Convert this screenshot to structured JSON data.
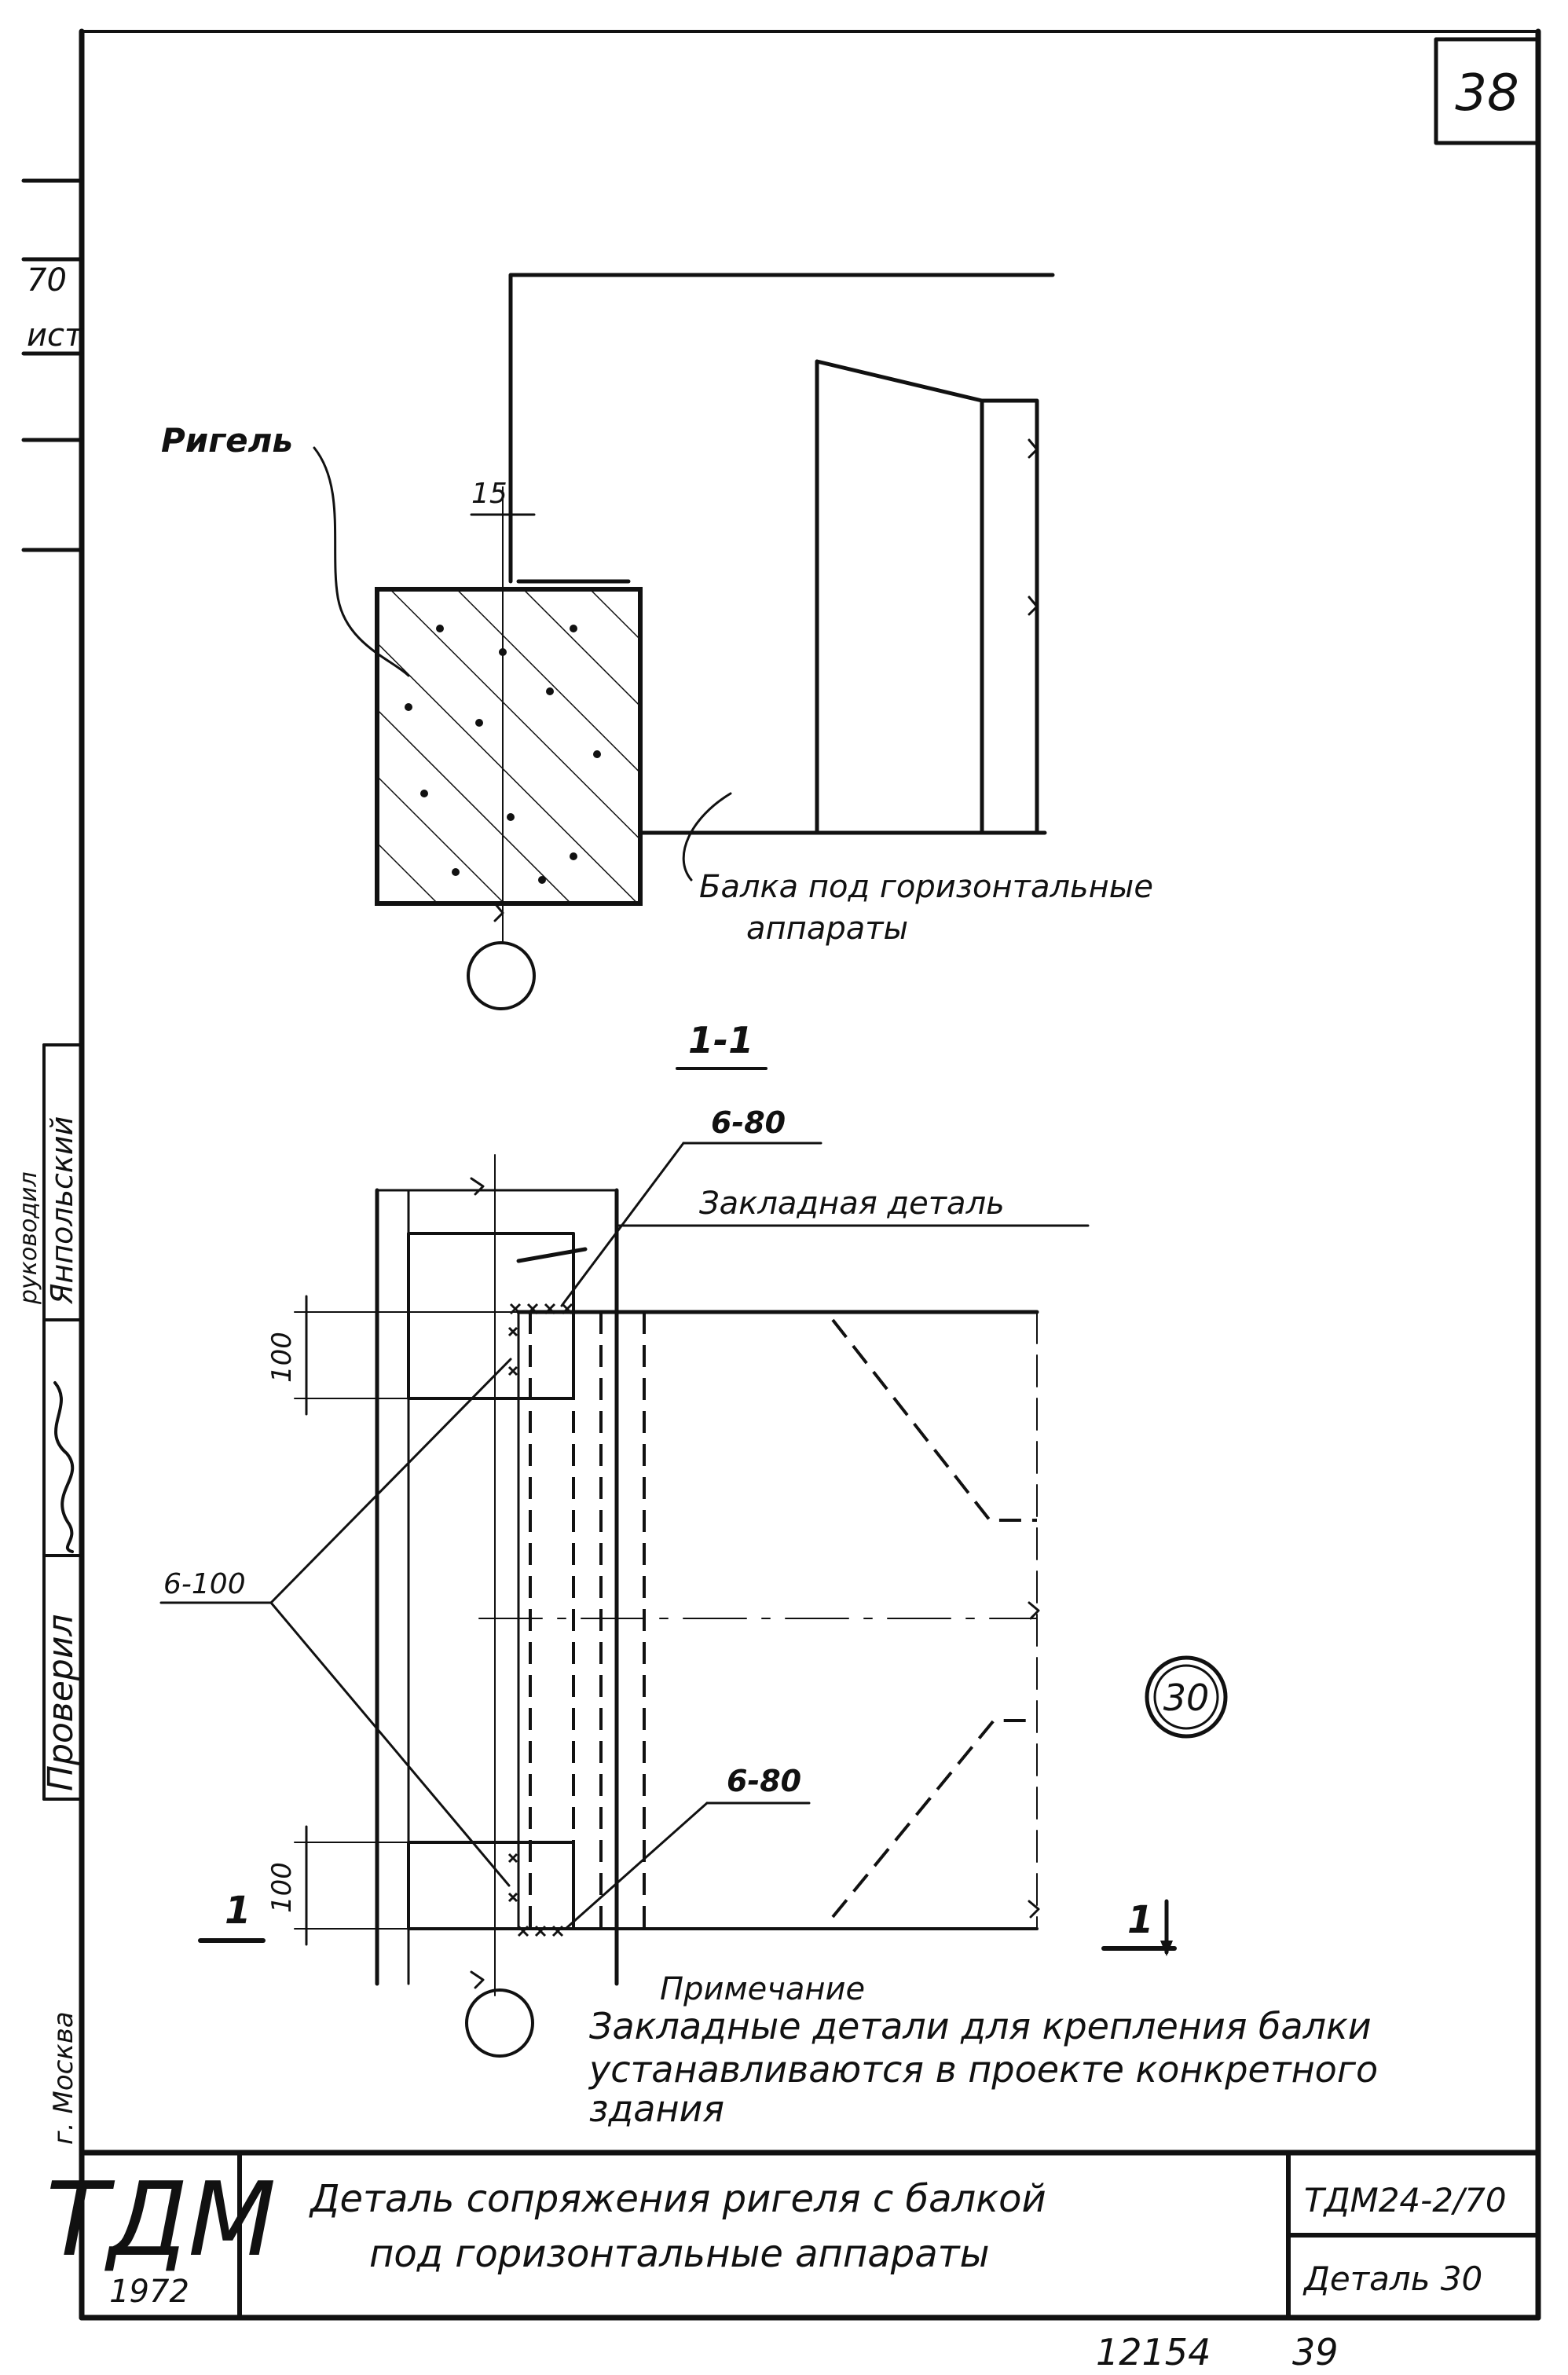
{
  "sheet": {
    "sheet_number": "38",
    "side_strip": {
      "series_fragment": "70",
      "list_fragment": "ист",
      "name_1": "Янпольский",
      "name_1_role_fragment": "руководил",
      "checked_label": "Проверил",
      "city": "г. Москва"
    }
  },
  "top_view": {
    "rigel_label": "Ригель",
    "dimension_15": "15",
    "beam_note": "Балка под горизонтальные аппараты",
    "beam_note_line1": "Балка под горизонтальные",
    "beam_note_line2": "аппараты"
  },
  "section": {
    "section_title": "1-1",
    "weld_top": "6-80",
    "embedded_part": "Закладная деталь",
    "dim_top_100": "100",
    "weld_side": "6-100",
    "detail_number": "30",
    "weld_bottom": "6-80",
    "dim_bottom_100": "100",
    "cut_mark_left": "1",
    "cut_mark_right": "1"
  },
  "note": {
    "heading": "Примечание",
    "line1": "Закладные детали для крепления балки",
    "line2": "устанавливаются в проекте конкретного",
    "line3": "здания"
  },
  "title_block": {
    "logo": "ТДМ",
    "year": "1972",
    "title_line1": "Деталь сопряжения ригеля с балкой",
    "title_line2": "под горизонтальные аппараты",
    "code": "ТДМ24-2/70",
    "detail_label": "Деталь 30"
  },
  "footer": {
    "number": "12154",
    "page": "39"
  }
}
